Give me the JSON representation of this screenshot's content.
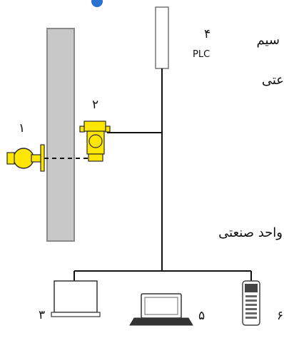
{
  "labels": {
    "n1": "۱",
    "n2": "۲",
    "n3": "۳",
    "n4": "۴",
    "n5": "۵",
    "n6": "۶",
    "plc": "PLC",
    "text_seem": "سیم",
    "text_sanati": "عتی",
    "text_vahed": "واحد صنعتی"
  },
  "colors": {
    "device_yellow": "#FFE600",
    "device_stroke": "#2a2a2a",
    "pipe_fill": "#C8C8C8",
    "pipe_stroke": "#888888",
    "wire": "#111111",
    "accent_blue": "#2A73D0"
  },
  "icons": [
    "pipe",
    "plc-module-icon",
    "flow-transmitter-icon",
    "pressure-gauge-icon",
    "monitor-icon",
    "laptop-icon",
    "handheld-communicator-icon"
  ]
}
